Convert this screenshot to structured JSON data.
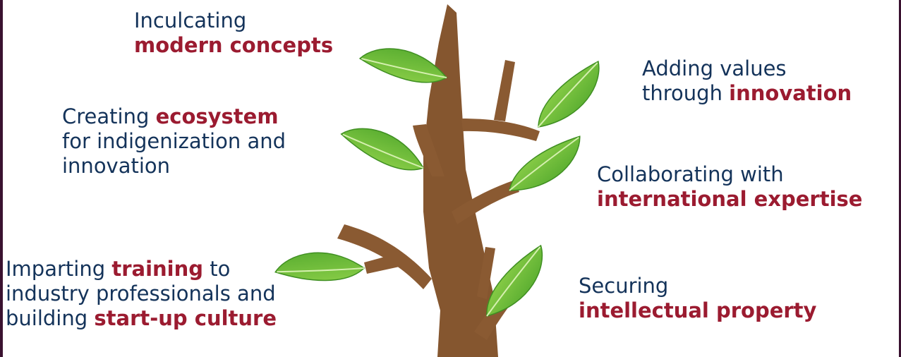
{
  "labels": {
    "modern": {
      "line1": "Inculcating",
      "line2_bold": "modern concepts"
    },
    "ecosystem": {
      "line1_pre": "Creating ",
      "line1_bold": "ecosystem",
      "line2": "for indigenization and",
      "line3": "innovation"
    },
    "training": {
      "line1_pre": "Imparting ",
      "line1_bold": "training",
      "line1_post": " to",
      "line2": "industry professionals and",
      "line3_pre": "building ",
      "line3_bold": "start-up culture"
    },
    "values": {
      "line1": "Adding values",
      "line2_pre": "through ",
      "line2_bold": "innovation"
    },
    "international": {
      "line1": "Collaborating with",
      "line2_bold": "international expertise"
    },
    "ip": {
      "line1": "Securing",
      "line2_bold": "intellectual property"
    }
  },
  "colors": {
    "text": "#14335a",
    "highlight": "#9b1b30",
    "trunk": "#85562f",
    "leaf_light": "#8fd44a",
    "leaf_dark": "#4fa82a",
    "frame": "#3a1230"
  }
}
